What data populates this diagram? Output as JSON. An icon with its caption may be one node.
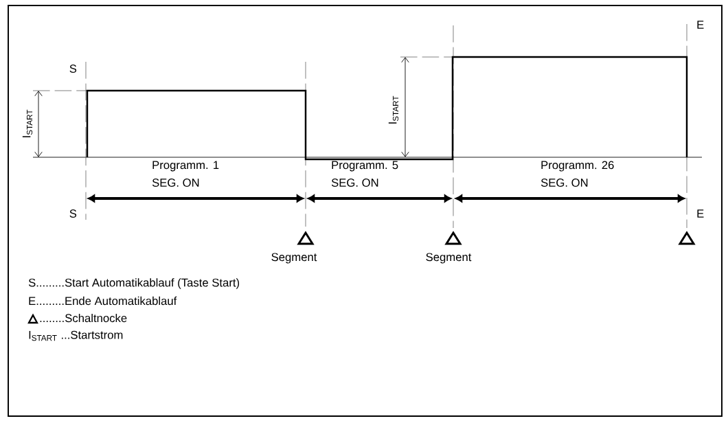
{
  "diagram": {
    "labels": [
      "E",
      "S",
      "I$_{START}$",
      "I$_{START}$",
      "Programm. 1",
      "Programm. 5",
      "Programm. 26",
      "SEG. ON",
      "SEG. ON",
      "SEG. ON",
      "S",
      "E",
      "Segment",
      "Segment",
      "S.........Start Automatikablauf (Taste Start)",
      "E.........Ende Automatikablauf",
      "........Schaltnocke",
      "I$_{START}$ ...Startstrom"
    ]
  }
}
